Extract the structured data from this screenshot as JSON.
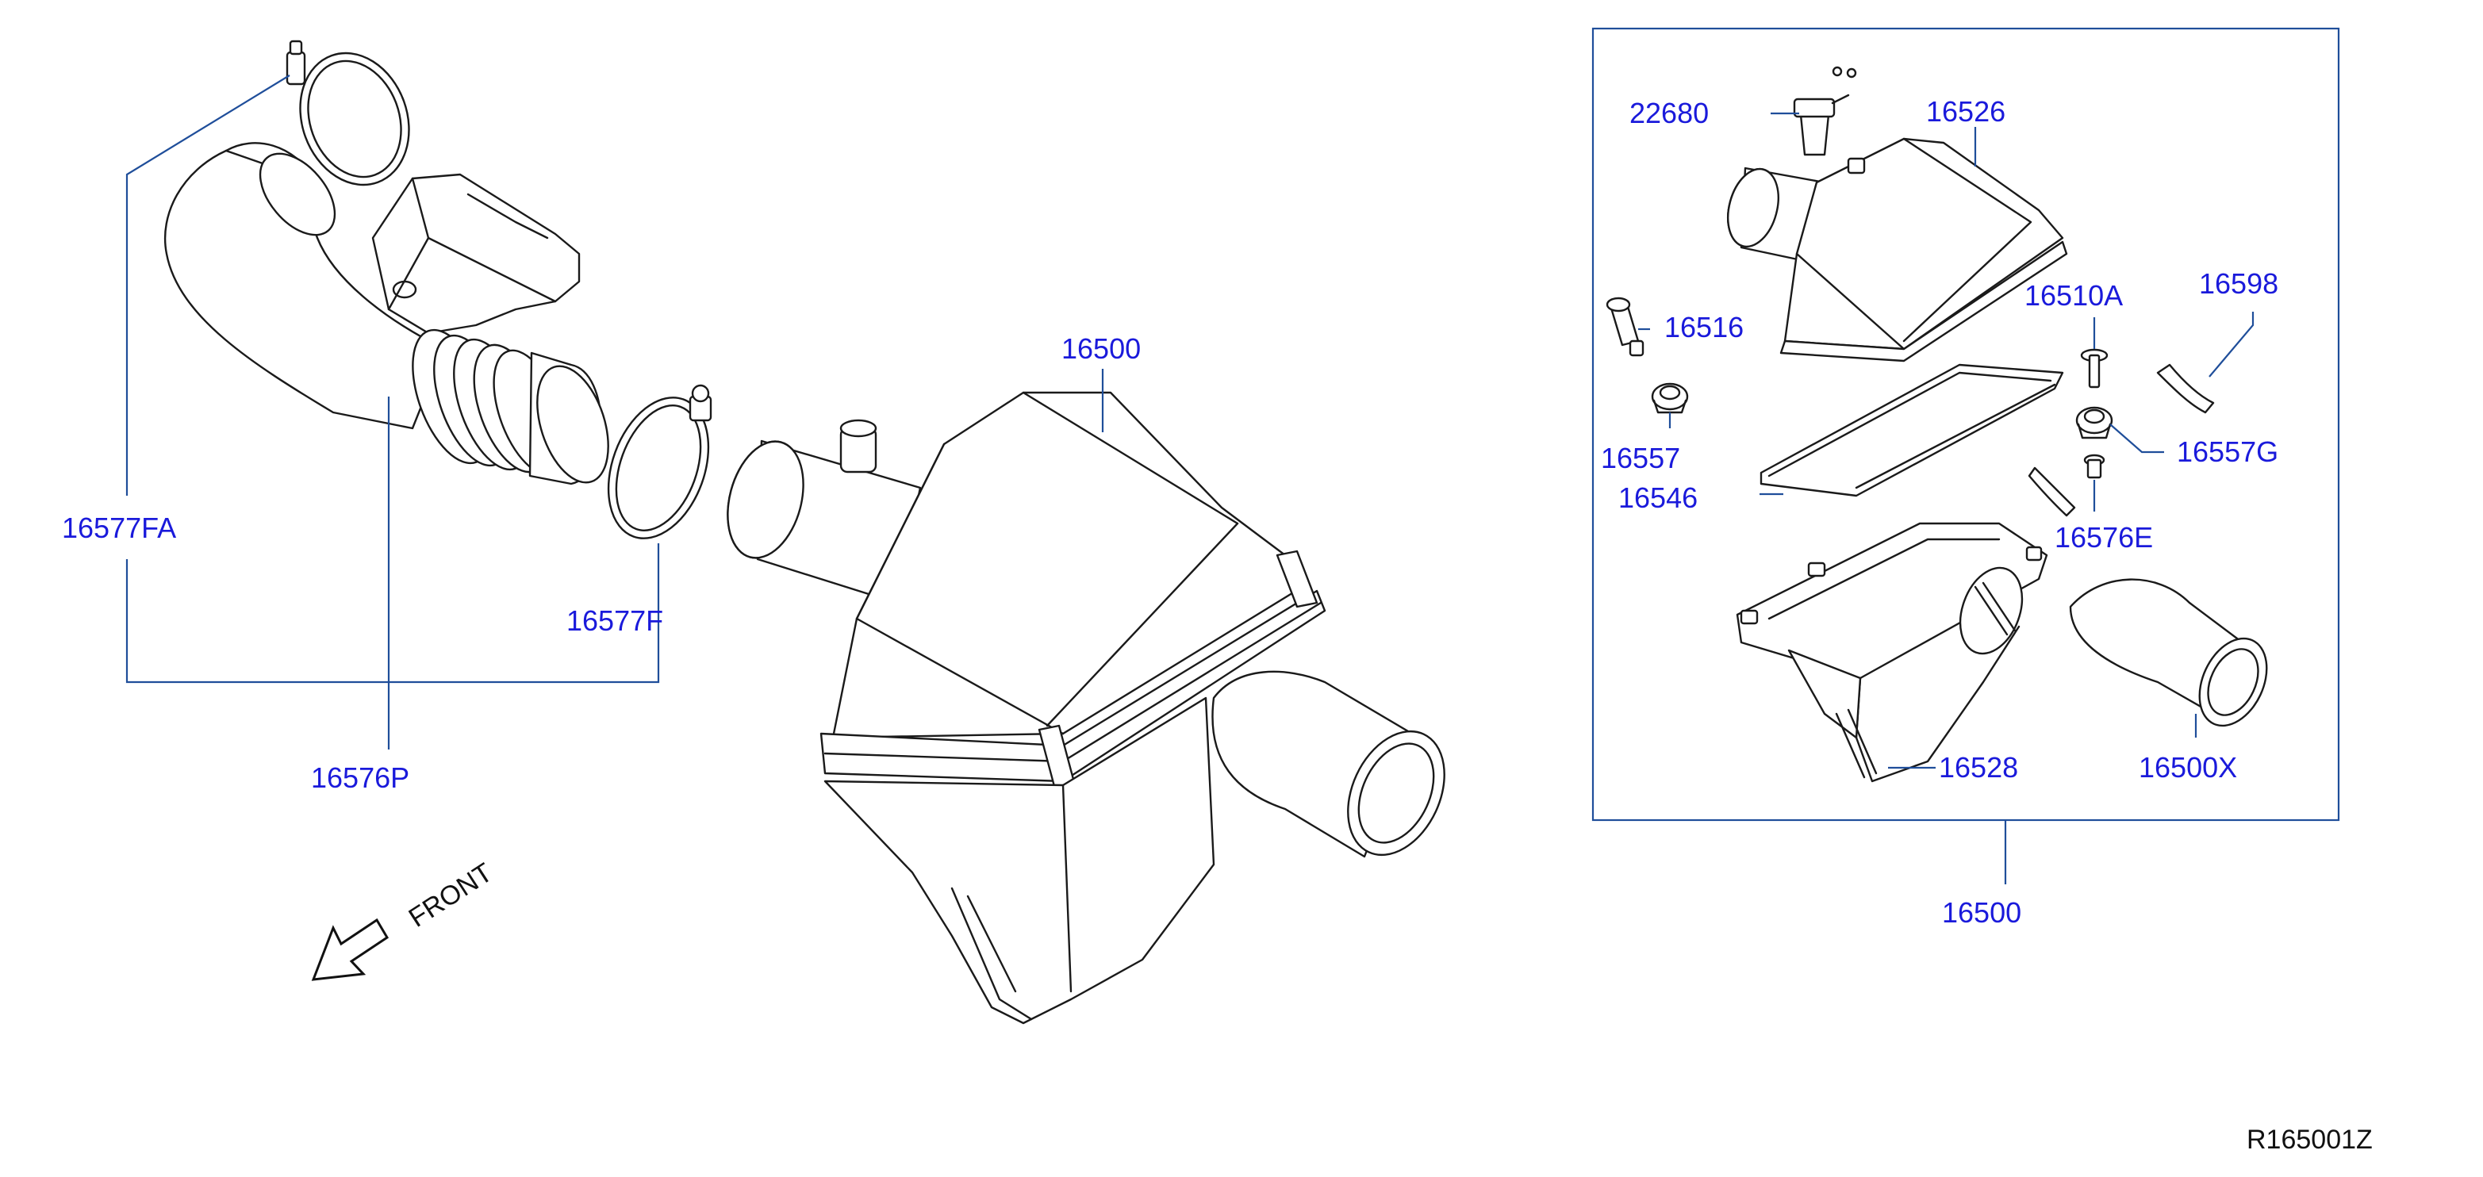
{
  "colors": {
    "callout_text": "#1a1adb",
    "leader_line": "#1f4e9a",
    "line_art": "#1a1a1a",
    "background": "#ffffff"
  },
  "callouts": {
    "p16577FA": "16577FA",
    "p16576P": "16576P",
    "p16577F": "16577F",
    "p16500_main": "16500",
    "p22680": "22680",
    "p16526": "16526",
    "p16516": "16516",
    "p16510A": "16510A",
    "p16598": "16598",
    "p16557": "16557",
    "p16557G": "16557G",
    "p16546": "16546",
    "p16576E": "16576E",
    "p16528": "16528",
    "p16500X": "16500X",
    "p16500_kit": "16500"
  },
  "direction_label": "FRONT",
  "reference_code": "R165001Z"
}
